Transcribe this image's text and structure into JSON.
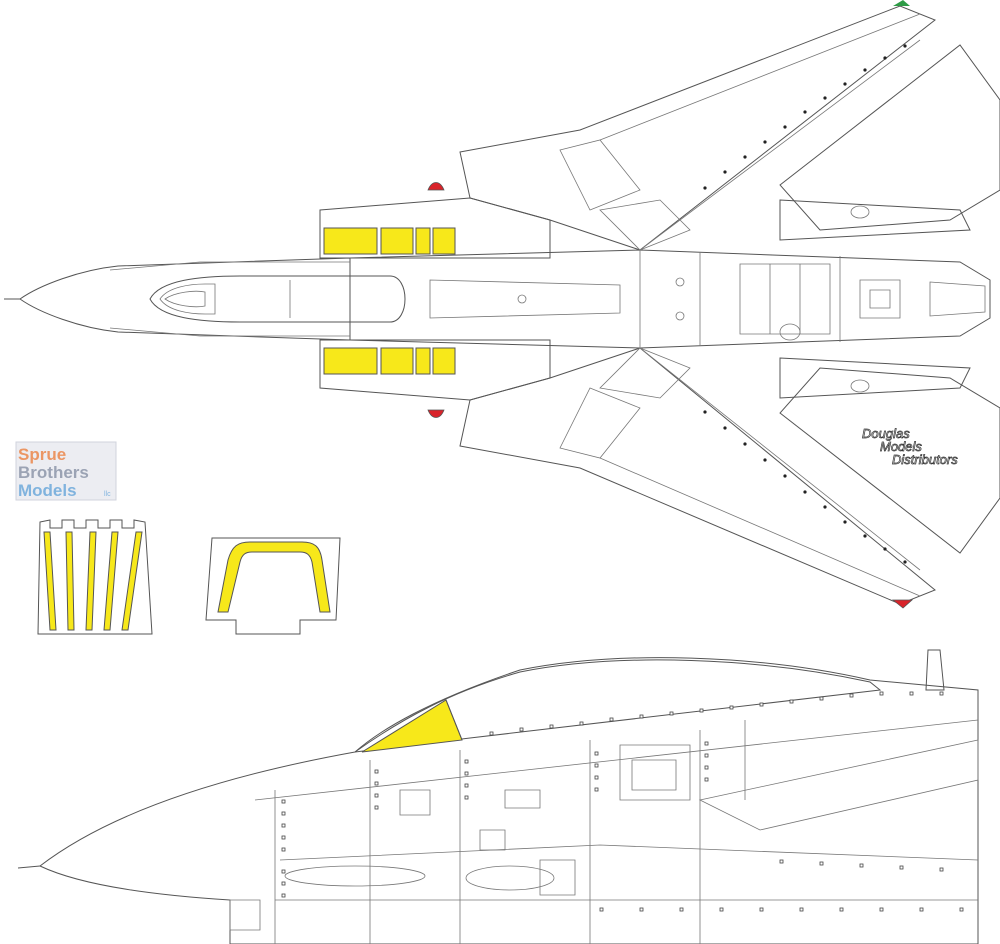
{
  "watermark_left": {
    "line1": "Sprue",
    "line2": "Brothers",
    "line3": "Models",
    "suffix": "llc",
    "colors": {
      "sprue": "#e8844a",
      "brothers": "#8a93a8",
      "models": "#6aa6d9"
    }
  },
  "watermark_right": {
    "line1": "Douglas",
    "line2": "Models",
    "line3": "Distributors"
  },
  "colors": {
    "mask_yellow": "#f7e81a",
    "light_red": "#d9232a",
    "light_green": "#2e9b46",
    "outline": "#555555"
  },
  "views": [
    "top-view-airframe",
    "canopy-frame-masks",
    "windscreen-mask",
    "side-view-nose"
  ]
}
